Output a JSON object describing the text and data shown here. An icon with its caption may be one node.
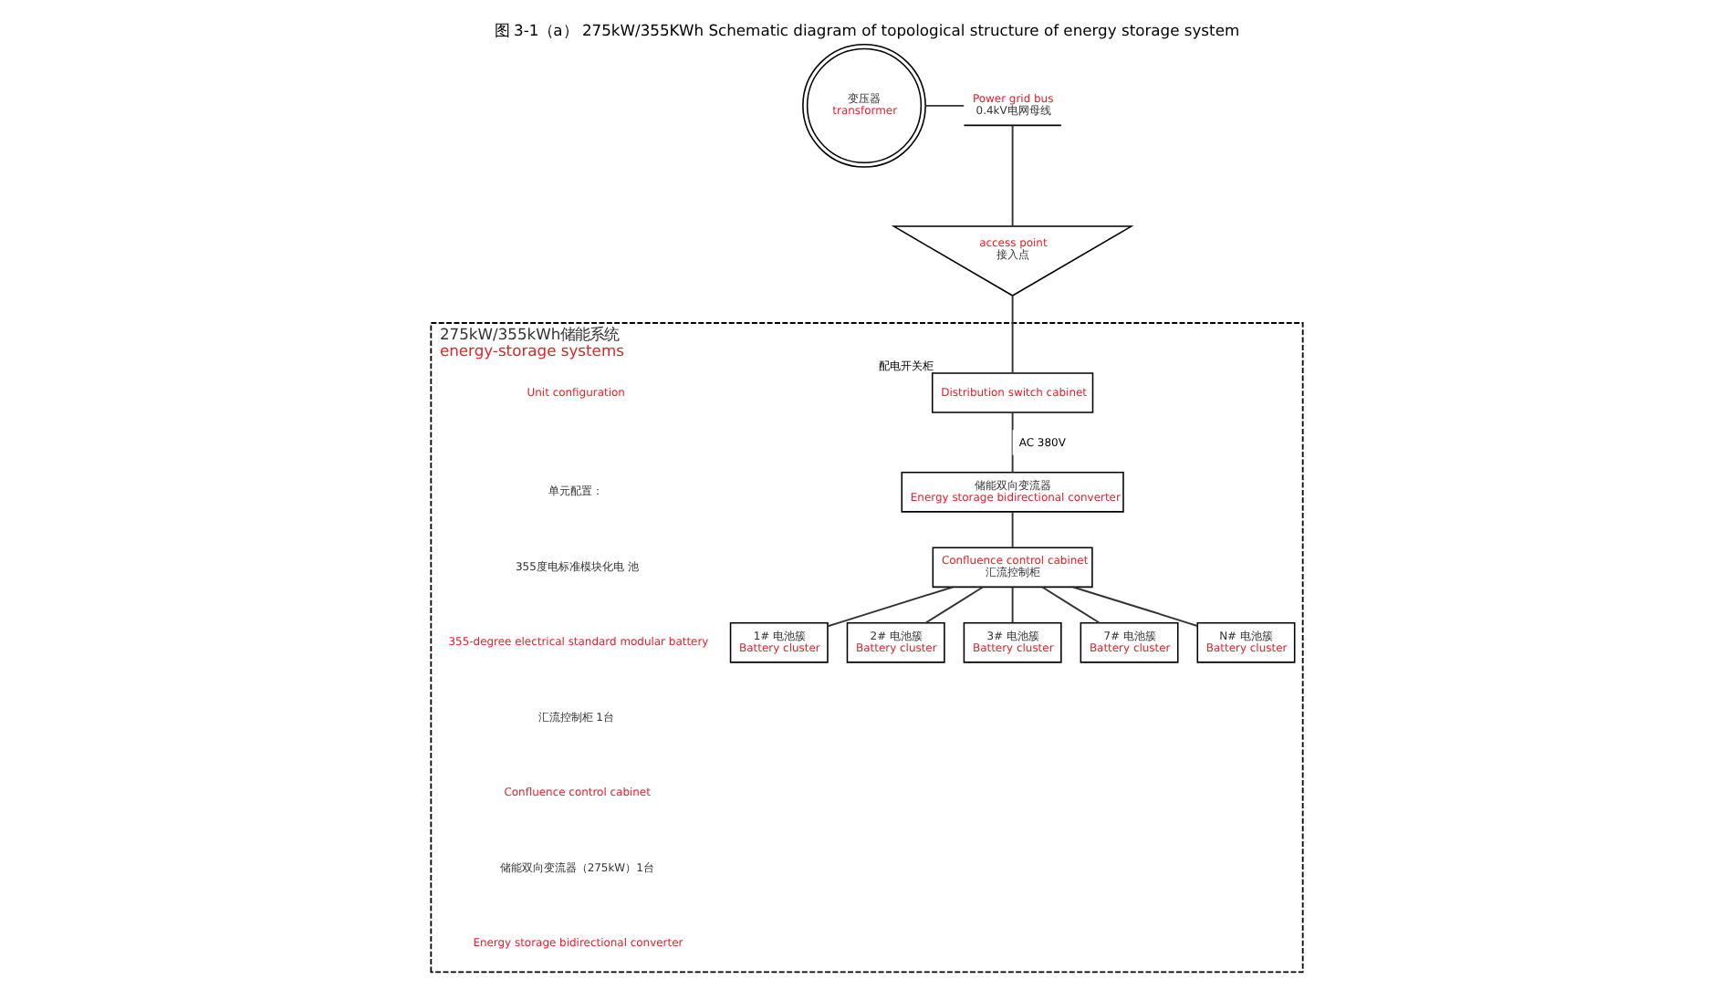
{
  "diagram": {
    "title": "图 3-1（a） 275kW/355KWh Schematic diagram of topological structure of energy storage system",
    "nodes": [
      {
        "text": [
          "变压器",
          "transformer"
        ]
      },
      {
        "text": [
          "Power grid bus",
          "0.4kV电网母线"
        ]
      },
      {
        "text": [
          "access point",
          "接入点"
        ]
      },
      {
        "text": [
          "275kW/355kWh储能系统",
          "energy-storage systems"
        ]
      },
      {
        "text": [
          "Distribution switch cabinet"
        ],
        "beside": [
          "配电开关柜"
        ],
        "in": 3
      },
      {
        "text": [
          "储能双向变流器",
          "Energy storage bidirectional converter"
        ],
        "in": 3
      },
      {
        "text": [
          "Confluence control cabinet",
          "汇流控制柜"
        ],
        "in": 3
      },
      {
        "text": [
          "1# 电池簇",
          "Battery cluster"
        ],
        "in": 3
      },
      {
        "text": [
          "2# 电池簇",
          "Battery cluster"
        ],
        "in": 3
      },
      {
        "text": [
          "3# 电池簇",
          "Battery cluster"
        ],
        "in": 3
      },
      {
        "text": [
          "7# 电池簇",
          "Battery cluster"
        ],
        "in": 3
      },
      {
        "text": [
          "N# 电池簇",
          "Battery cluster"
        ],
        "in": 3
      }
    ],
    "edges": [
      {
        "from": 0,
        "to": 1,
        "arrow": "none"
      },
      {
        "from": 1,
        "to": 2,
        "arrow": "none"
      },
      {
        "from": 2,
        "to": 4,
        "arrow": "none"
      },
      {
        "from": 4,
        "to": 5,
        "arrow": "none",
        "label": "AC 380V"
      },
      {
        "from": 5,
        "to": 6,
        "arrow": "none"
      },
      {
        "from": 6,
        "to": 7,
        "arrow": "none"
      },
      {
        "from": 6,
        "to": 8,
        "arrow": "none"
      },
      {
        "from": 6,
        "to": 9,
        "arrow": "none"
      },
      {
        "from": 6,
        "to": 10,
        "arrow": "none"
      },
      {
        "from": 6,
        "to": 11,
        "arrow": "none"
      }
    ],
    "labels": [
      "Unit configuration",
      "单元配置：",
      "355度电标准模块化电 池",
      "355-degree electrical standard modular battery",
      "汇流控制柜 1台",
      "Confluence control cabinet",
      "储能双向变流器（275kW）1台",
      "Energy storage bidirectional converter"
    ]
  }
}
